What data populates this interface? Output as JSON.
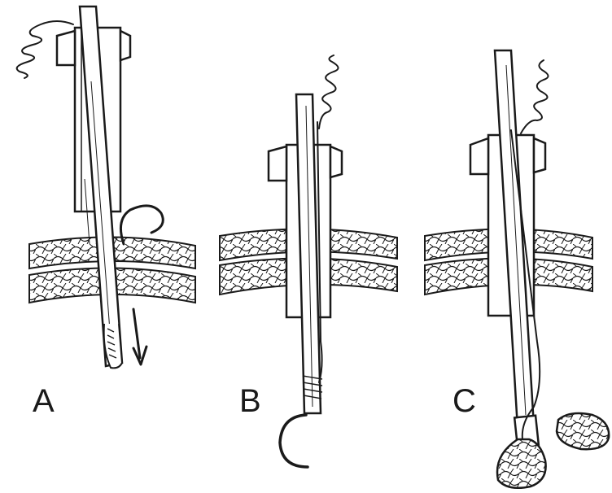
{
  "panels": [
    {
      "id": "A",
      "label": "A"
    },
    {
      "id": "B",
      "label": "B"
    },
    {
      "id": "C",
      "label": "C"
    }
  ],
  "colors": {
    "ink": "#1a1a1a",
    "background": "#ffffff"
  },
  "icons": [
    "thread-icon",
    "tissue-layer",
    "cannula",
    "instrument-shaft",
    "hook-needle",
    "arrow-down-icon",
    "tissue-specimen"
  ]
}
